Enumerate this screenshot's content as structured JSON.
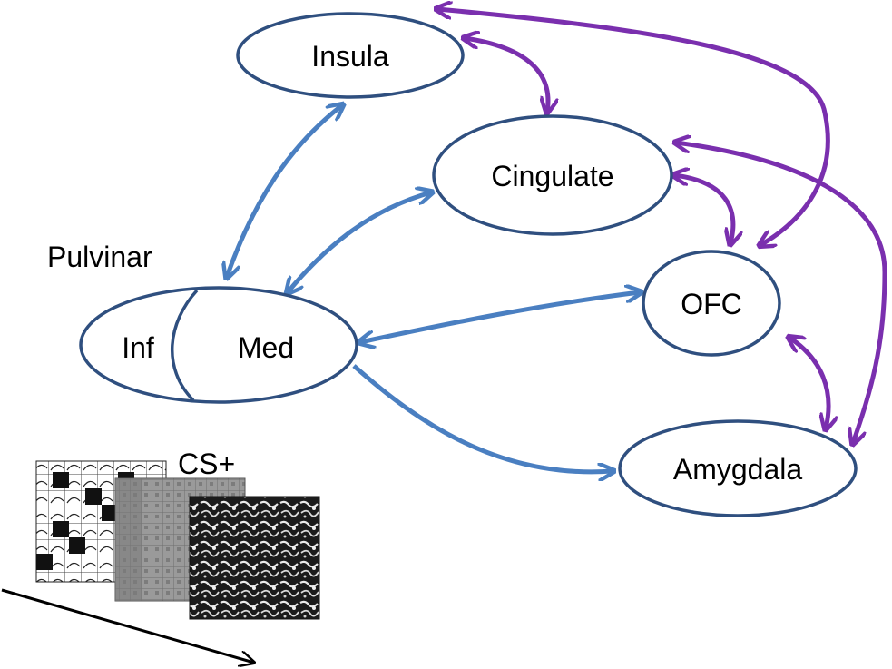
{
  "colors": {
    "node_stroke": "#2f4f7f",
    "blue_arrow": "#4a7fc1",
    "purple_arrow": "#7a2fae",
    "black_arrow": "#000000"
  },
  "nodes": {
    "insula": "Insula",
    "cingulate": "Cingulate",
    "ofc": "OFC",
    "amygdala": "Amygdala",
    "pulvinar_inf": "Inf",
    "pulvinar_med": "Med"
  },
  "labels": {
    "pulvinar": "Pulvinar",
    "cs_plus": "CS+"
  },
  "stimuli": [
    {
      "name": "scrambled-grid-stimulus"
    },
    {
      "name": "building-photo-stimulus"
    },
    {
      "name": "texture-noise-stimulus"
    }
  ]
}
